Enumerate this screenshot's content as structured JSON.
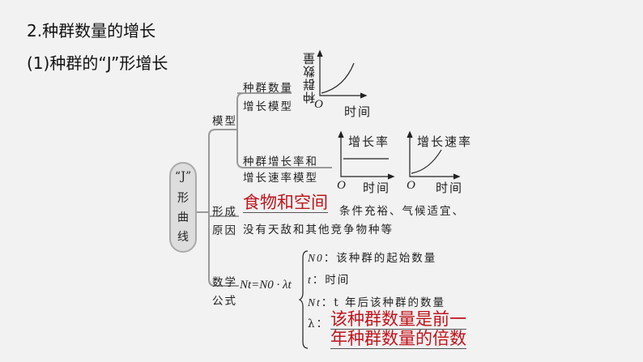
{
  "title": "2.种群数量的增长",
  "subtitle": "(1)种群的“J”形增长",
  "center": {
    "quote": "“J”",
    "chars": [
      "形",
      "曲",
      "线"
    ]
  },
  "model": {
    "label": "模型",
    "branch1": [
      "种群数量",
      "增长模型"
    ],
    "branch2": [
      "种群增长率和",
      "增长速率模型"
    ]
  },
  "graphs": [
    {
      "ylabel": "种群数量",
      "xlabel": "时间",
      "origin": "O",
      "shape": "J-curve"
    },
    {
      "ylabel": "增长率",
      "xlabel": "时间",
      "origin": "O",
      "shape": "constant"
    },
    {
      "ylabel": "增长速率",
      "xlabel": "时间",
      "origin": "O",
      "shape": "increasing-curve"
    }
  ],
  "cause": {
    "label": [
      "形成",
      "原因"
    ],
    "highlight": "食物和空间",
    "line1": "条件充裕、气候适宜、",
    "line2": "没有天敌和其他竞争物种等"
  },
  "formula": {
    "label": [
      "数学",
      "公式"
    ],
    "expr": "Nt=N0 · λt",
    "items": [
      {
        "sym": "N0",
        "text": "：该种群的起始数量"
      },
      {
        "sym": "t",
        "text": "：时间"
      },
      {
        "sym": "Nt",
        "text": "：t 年后该种群的数量"
      },
      {
        "sym": "λ",
        "text": "："
      }
    ],
    "lambda_highlight": [
      "该种群数量是前一",
      "年种群数量的倍数"
    ]
  },
  "colors": {
    "highlight": "#c0141c",
    "background": "#f2f2f2"
  }
}
